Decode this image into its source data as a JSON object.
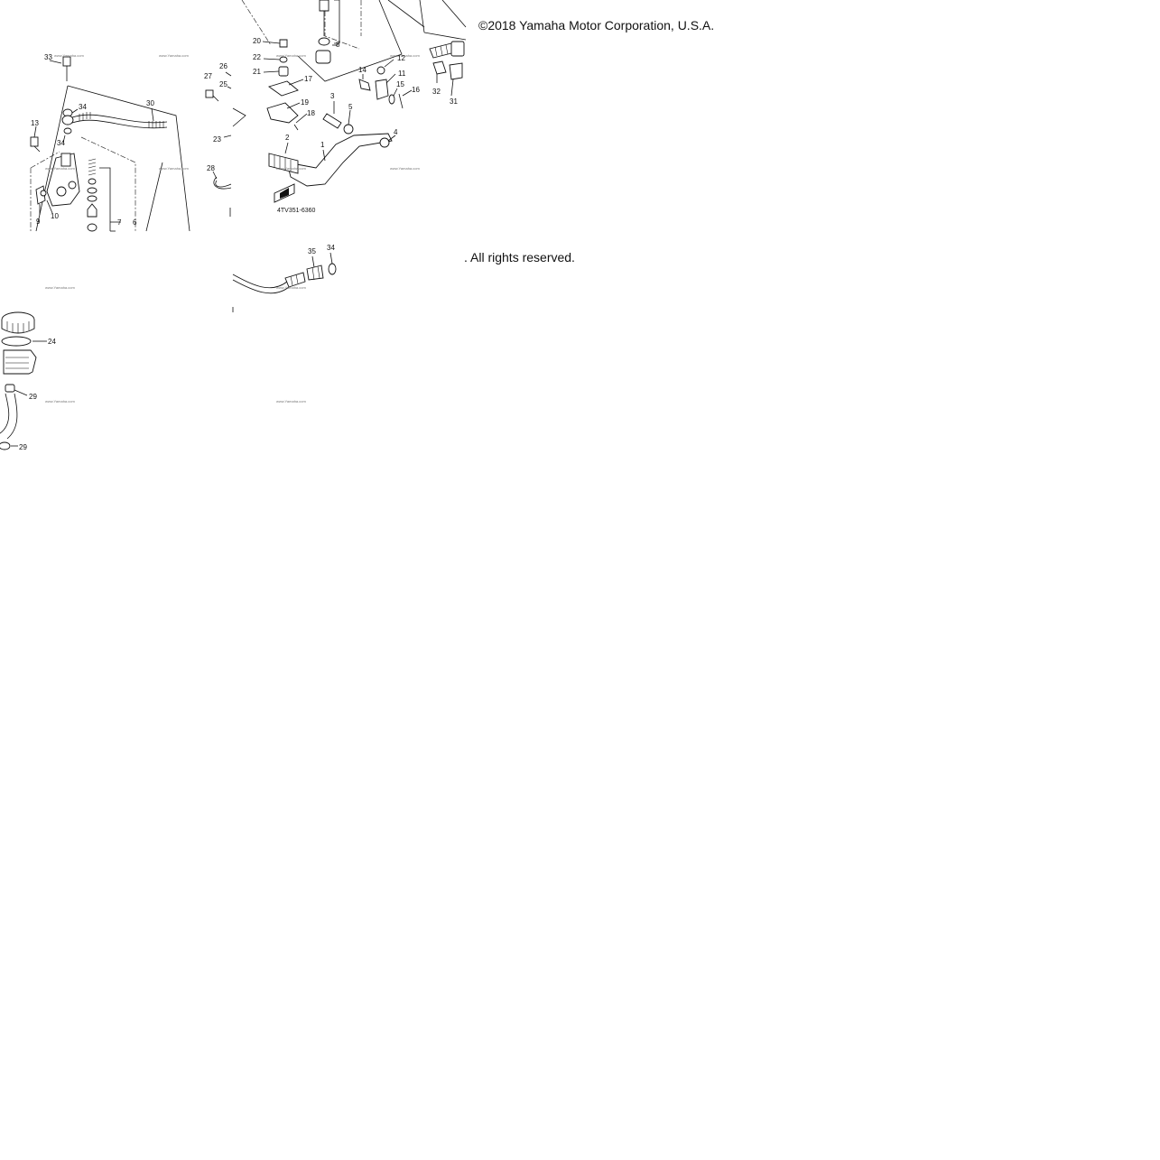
{
  "notice": {
    "copyright": "©2018 Yamaha Motor Corporation, U.S.A.",
    "rights": ". All rights reserved."
  },
  "diagram": {
    "part_code": "4TV351-6360",
    "watermark": "www.Yamaha.com",
    "callouts": {
      "c1": "1",
      "c2": "2",
      "c3": "3",
      "c4": "4",
      "c5": "5",
      "c6": "6",
      "c7": "7",
      "c8": "8",
      "c9": "9",
      "c10": "10",
      "c11": "11",
      "c12": "12",
      "c13": "13",
      "c14": "14",
      "c15": "15",
      "c16": "16",
      "c17": "17",
      "c18": "18",
      "c19": "19",
      "c20": "20",
      "c21": "21",
      "c22": "22",
      "c23": "23",
      "c24": "24",
      "c25": "25",
      "c26": "26",
      "c27": "27",
      "c28": "28",
      "c29a": "29",
      "c29b": "29",
      "c30": "30",
      "c31": "31",
      "c32": "32",
      "c33": "33",
      "c34a": "34",
      "c34b": "34",
      "c34c": "34",
      "c35": "35"
    }
  }
}
